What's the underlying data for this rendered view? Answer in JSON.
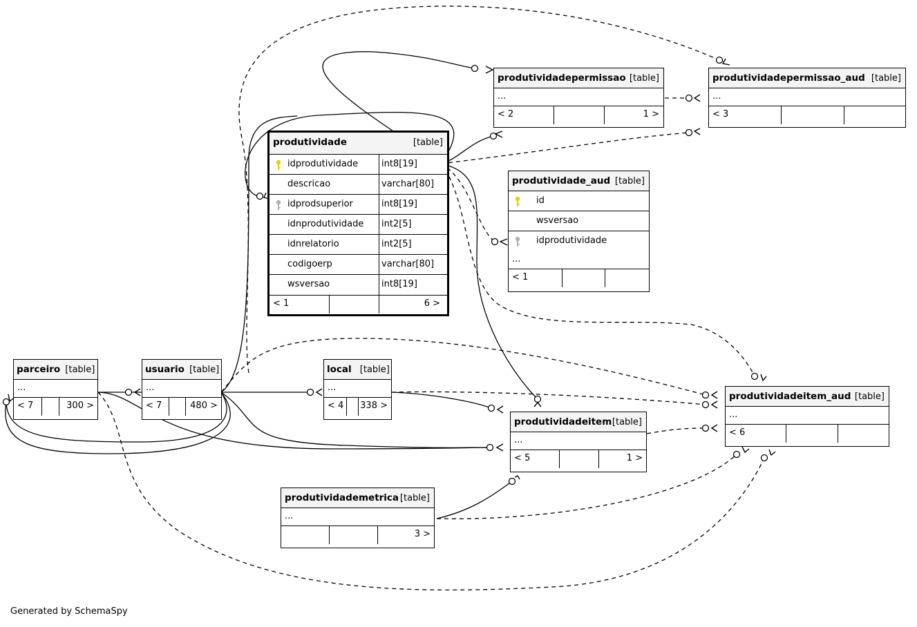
{
  "footer": "Generated by SchemaSpy",
  "type_label": "[table]",
  "ellipsis": "...",
  "tables": {
    "produtividade": {
      "name": "produtividade",
      "columns": [
        {
          "name": "idprodutividade",
          "type": "int8[19]",
          "key": "primary"
        },
        {
          "name": "descricao",
          "type": "varchar[80]",
          "key": ""
        },
        {
          "name": "idprodsuperior",
          "type": "int8[19]",
          "key": "foreign"
        },
        {
          "name": "idnprodutividade",
          "type": "int2[5]",
          "key": ""
        },
        {
          "name": "idnrelatorio",
          "type": "int2[5]",
          "key": ""
        },
        {
          "name": "codigoerp",
          "type": "varchar[80]",
          "key": ""
        },
        {
          "name": "wsversao",
          "type": "int8[19]",
          "key": ""
        }
      ],
      "parents": "< 1",
      "children": "6 >"
    },
    "produtividadepermissao": {
      "name": "produtividadepermissao",
      "parents": "< 2",
      "children": "1 >"
    },
    "produtividadepermissao_aud": {
      "name": "produtividadepermissao_aud",
      "parents": "< 3"
    },
    "produtividade_aud": {
      "name": "produtividade_aud",
      "columns": [
        {
          "name": "id",
          "key": "primary"
        },
        {
          "name": "wsversao",
          "key": ""
        },
        {
          "name": "idprodutividade",
          "key": "foreign"
        }
      ],
      "parents": "< 1"
    },
    "parceiro": {
      "name": "parceiro",
      "parents": "< 7",
      "rows": "300 >"
    },
    "usuario": {
      "name": "usuario",
      "parents": "< 7",
      "rows": "480 >"
    },
    "local": {
      "name": "local",
      "parents": "< 4",
      "rows": "338 >"
    },
    "produtividadeitem": {
      "name": "produtividadeitem",
      "parents": "< 5",
      "children": "1 >"
    },
    "produtividadeitem_aud": {
      "name": "produtividadeitem_aud",
      "parents": "< 6"
    },
    "produtividademetrica": {
      "name": "produtividademetrica",
      "children": "3 >"
    }
  },
  "colors": {
    "primary_key": "#e8d000",
    "foreign_key": "#b0b0b0",
    "header_bg": "#f4f4f4"
  }
}
